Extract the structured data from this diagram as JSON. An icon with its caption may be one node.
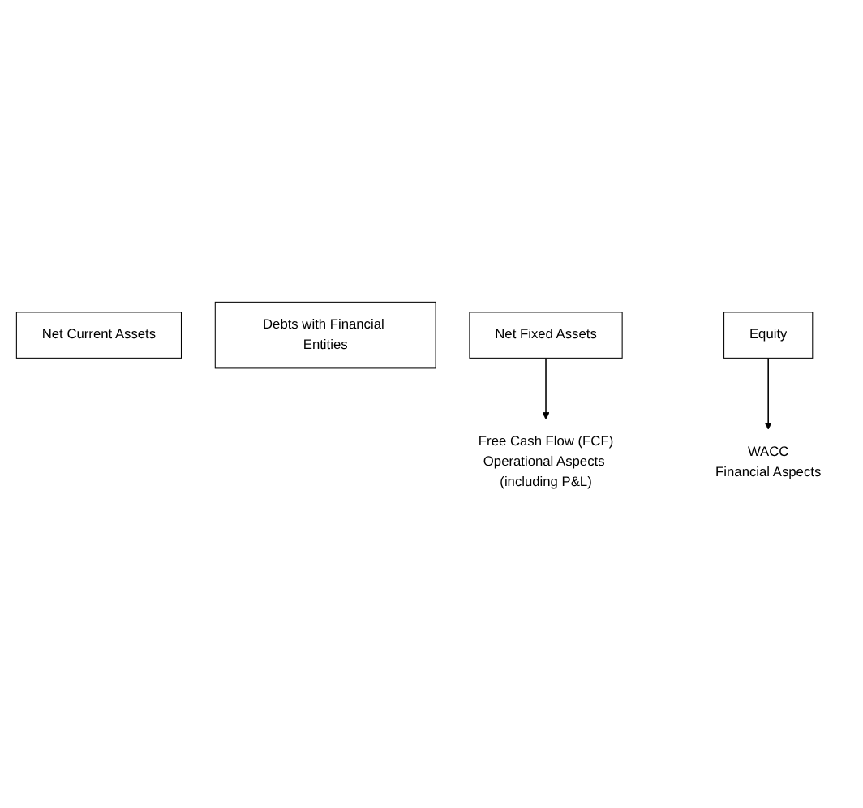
{
  "diagram": {
    "nodes": [
      {
        "text": [
          "Net Current Assets"
        ]
      },
      {
        "text": [
          "Debts with Financial Entities"
        ]
      },
      {
        "text": [
          "Net Fixed Assets"
        ]
      },
      {
        "text": [
          "Equity"
        ]
      },
      {
        "text": [
          "Free Cash Flow (FCF)",
          "Operational Aspects (including P&L)"
        ]
      },
      {
        "text": [
          "WACC",
          "Financial Aspects"
        ]
      }
    ],
    "edges": [
      {
        "from": 2,
        "to": 4,
        "arrow": "to"
      },
      {
        "from": 3,
        "to": 5,
        "arrow": "to"
      }
    ]
  }
}
